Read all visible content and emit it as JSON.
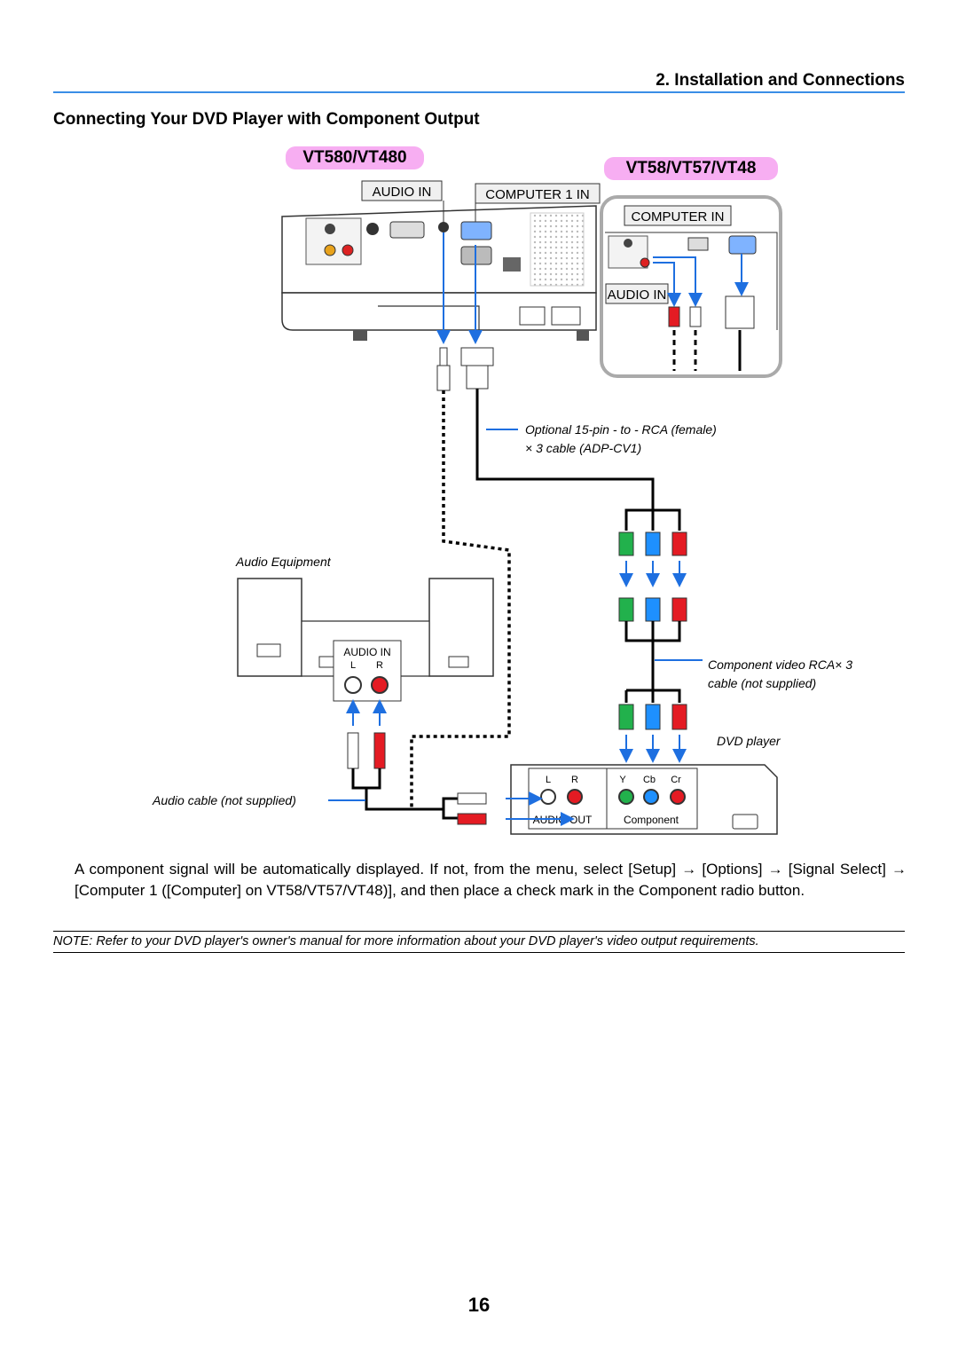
{
  "header": {
    "section_title": "2. Installation and Connections",
    "page_heading": "Connecting Your DVD Player with Component Output"
  },
  "diagram": {
    "model_badge_1": "VT580/VT480",
    "model_badge_2": "VT58/VT57/VT48",
    "label_audio_in_1": "AUDIO IN",
    "label_computer1_in": "COMPUTER 1 IN",
    "label_computer_in": "COMPUTER IN",
    "label_audio_in_2": "AUDIO IN",
    "callout_cable_line1": "Optional 15-pin - to - RCA (female)",
    "callout_cable_line2": "× 3 cable (ADP-CV1)",
    "label_audio_equipment": "Audio Equipment",
    "audio_panel_title": "AUDIO IN",
    "audio_panel_l": "L",
    "audio_panel_r": "R",
    "callout_component_line1": "Component video RCA× 3",
    "callout_component_line2": "cable (not supplied)",
    "label_dvd_player": "DVD player",
    "label_audio_cable": "Audio cable (not supplied)",
    "dvd_l": "L",
    "dvd_r": "R",
    "dvd_y": "Y",
    "dvd_cb": "Cb",
    "dvd_cr": "Cr",
    "dvd_audio_out": "AUDIO OUT",
    "dvd_component": "Component",
    "colors": {
      "accent_blue": "#3a8ee6",
      "badge_pink": "#f7aef2",
      "green": "#22b14c",
      "blue": "#1e90ff",
      "red": "#e41b23"
    }
  },
  "body": {
    "paragraph": "A component signal will be automatically displayed. If not, from the menu, select [Setup] → [Options] → [Signal Select] → [Computer 1 ([Computer] on VT58/VT57/VT48)], and then place a check mark in the Component radio button.",
    "note": "NOTE: Refer to your DVD player's owner's manual for more information about your DVD player's video output requirements."
  },
  "footer": {
    "page_number": "16"
  }
}
